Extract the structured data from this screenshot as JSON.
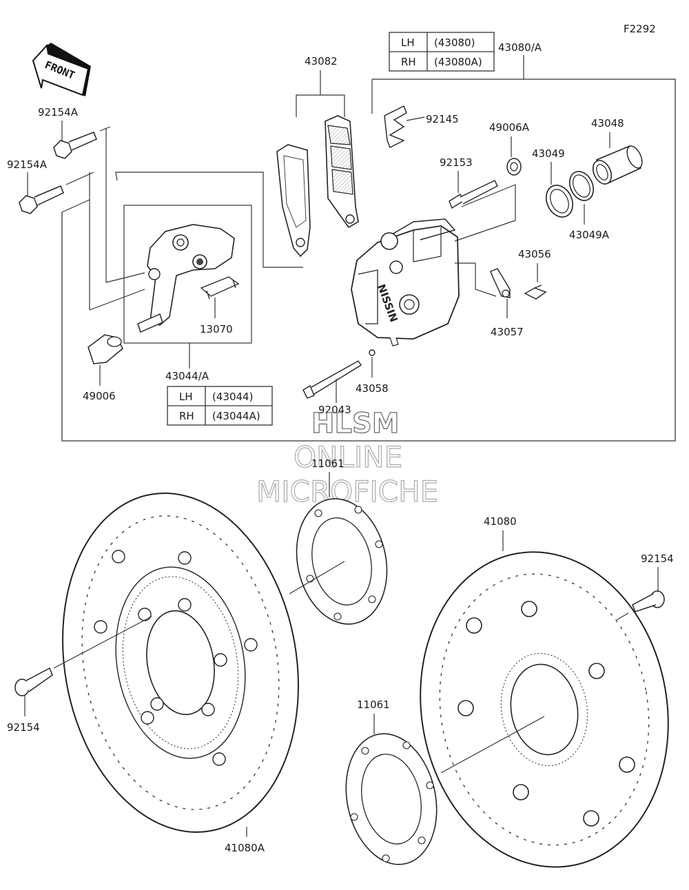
{
  "figure_code": "F2292",
  "front_label": "FRONT",
  "watermark": {
    "line1": "HLSM",
    "line2": "ONLINE",
    "line3": "MICROFICHE"
  },
  "caliper_table": {
    "rows": [
      {
        "side": "LH",
        "part": "(43080)"
      },
      {
        "side": "RH",
        "part": "(43080A)"
      }
    ]
  },
  "bracket_table": {
    "rows": [
      {
        "side": "LH",
        "part": "(43044)"
      },
      {
        "side": "RH",
        "part": "(43044A)"
      }
    ]
  },
  "labels": {
    "p43080A": "43080/A",
    "p43082": "43082",
    "p92154A_1": "92154A",
    "p92154A_2": "92154A",
    "p92145": "92145",
    "p49006A": "49006A",
    "p43048": "43048",
    "p92153": "92153",
    "p43049": "43049",
    "p43049A": "43049A",
    "p43056": "43056",
    "p43057": "43057",
    "p13070": "13070",
    "p43044A": "43044/A",
    "p49006": "49006",
    "p92043": "92043",
    "p43058": "43058",
    "p11061_top": "11061",
    "p41080": "41080",
    "p92154_right": "92154",
    "p92154_left": "92154",
    "p11061_bottom": "11061",
    "p41080A": "41080A"
  }
}
